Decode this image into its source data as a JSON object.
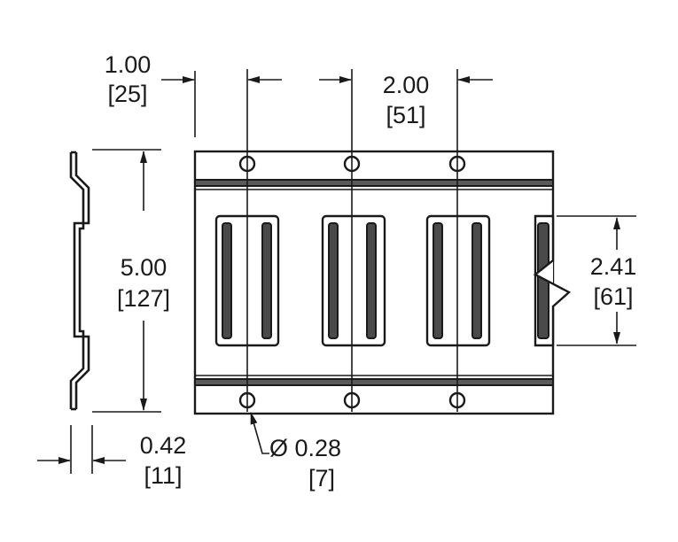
{
  "dimensions": {
    "end_offset": {
      "inch": "1.00",
      "mm": "[25]"
    },
    "hole_pitch": {
      "inch": "2.00",
      "mm": "[51]"
    },
    "height": {
      "inch": "5.00",
      "mm": "[127]"
    },
    "slot_height": {
      "inch": "2.41",
      "mm": "[61]"
    },
    "thickness": {
      "inch": "0.42",
      "mm": "[11]"
    },
    "hole_diameter": {
      "inch": "Ø 0.28",
      "mm": "[7]"
    }
  },
  "colors": {
    "line": "#1a1a1a",
    "fill_dark": "#4a4a4a",
    "background": "#ffffff"
  }
}
